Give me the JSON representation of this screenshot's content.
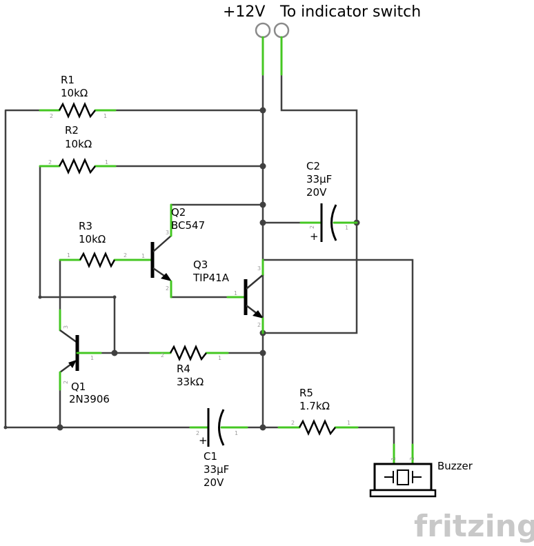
{
  "terminals": {
    "power": "+12V",
    "switch": "To indicator switch"
  },
  "components": {
    "R1": {
      "ref": "R1",
      "value": "10kΩ"
    },
    "R2": {
      "ref": "R2",
      "value": "10kΩ"
    },
    "R3": {
      "ref": "R3",
      "value": "10kΩ"
    },
    "R4": {
      "ref": "R4",
      "value": "33kΩ"
    },
    "R5": {
      "ref": "R5",
      "value": "1.7kΩ"
    },
    "C1": {
      "ref": "C1",
      "value": "33μF",
      "voltage": "20V"
    },
    "C2": {
      "ref": "C2",
      "value": "33μF",
      "voltage": "20V"
    },
    "Q1": {
      "ref": "Q1",
      "part": "2N3906"
    },
    "Q2": {
      "ref": "Q2",
      "part": "BC547"
    },
    "Q3": {
      "ref": "Q3",
      "part": "TIP41A"
    },
    "BZ": {
      "name": "Buzzer"
    }
  },
  "pins": {
    "one": "1",
    "two": "2",
    "three": "3",
    "plus": "+"
  },
  "logo": "fritzing",
  "colors": {
    "wire": "#404040",
    "leg": "#44c722",
    "logo": "#c8c8c8"
  }
}
